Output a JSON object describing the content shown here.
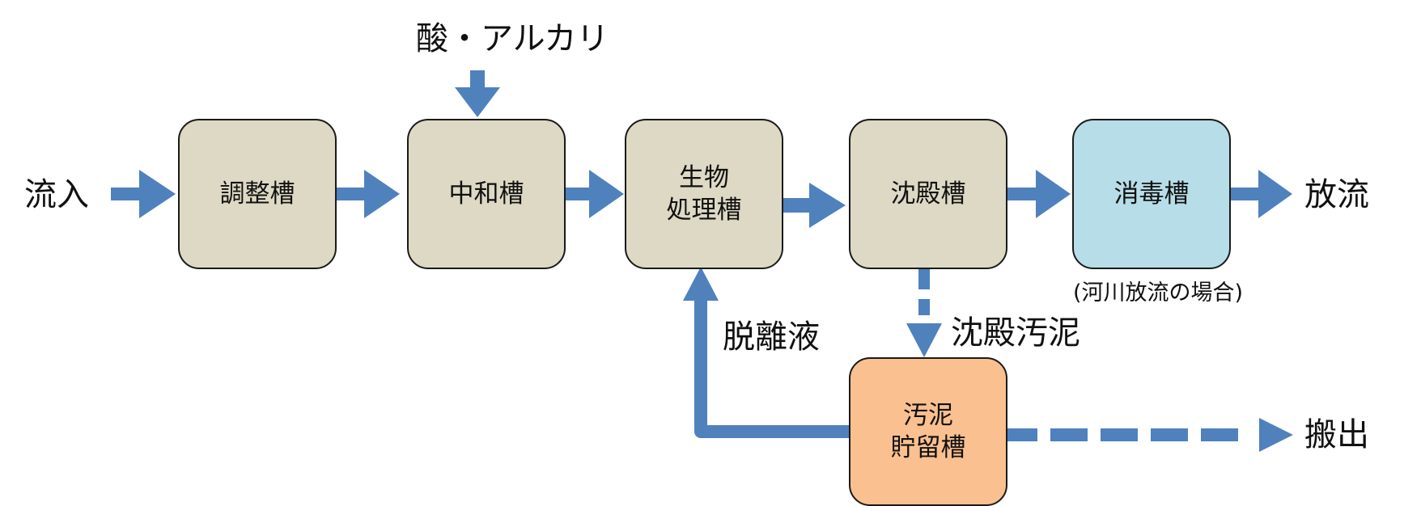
{
  "colors": {
    "arrow": "#4f81bd",
    "process_box": "#ddd9c4",
    "disinfection_box": "#b7dde8",
    "sludge_box": "#fac090",
    "border": "#1a1a1a"
  },
  "labels": {
    "inflow": "流入",
    "chemicals": "酸・アルカリ",
    "discharge": "放流",
    "river_note": "(河川放流の場合)",
    "separated_liquid": "脱離液",
    "settled_sludge": "沈殿汚泥",
    "haul_out": "搬出"
  },
  "boxes": {
    "equalization": {
      "line1": "調整槽"
    },
    "neutralization": {
      "line1": "中和槽"
    },
    "biological": {
      "line1": "生物",
      "line2": "処理槽"
    },
    "sedimentation": {
      "line1": "沈殿槽"
    },
    "disinfection": {
      "line1": "消毒槽"
    },
    "sludge_storage": {
      "line1": "汚泥",
      "line2": "貯留槽"
    }
  },
  "connectors": [
    {
      "from": "流入",
      "to": "調整槽",
      "style": "solid"
    },
    {
      "from": "調整槽",
      "to": "中和槽",
      "style": "solid"
    },
    {
      "from": "酸・アルカリ",
      "to": "中和槽",
      "style": "solid"
    },
    {
      "from": "中和槽",
      "to": "生物処理槽",
      "style": "solid"
    },
    {
      "from": "生物処理槽",
      "to": "沈殿槽",
      "style": "solid"
    },
    {
      "from": "沈殿槽",
      "to": "消毒槽",
      "style": "solid"
    },
    {
      "from": "消毒槽",
      "to": "放流",
      "style": "solid"
    },
    {
      "from": "沈殿槽",
      "to": "汚泥貯留槽",
      "style": "dashed"
    },
    {
      "from": "汚泥貯留槽",
      "to": "生物処理槽",
      "style": "solid"
    },
    {
      "from": "汚泥貯留槽",
      "to": "搬出",
      "style": "dashed"
    }
  ]
}
